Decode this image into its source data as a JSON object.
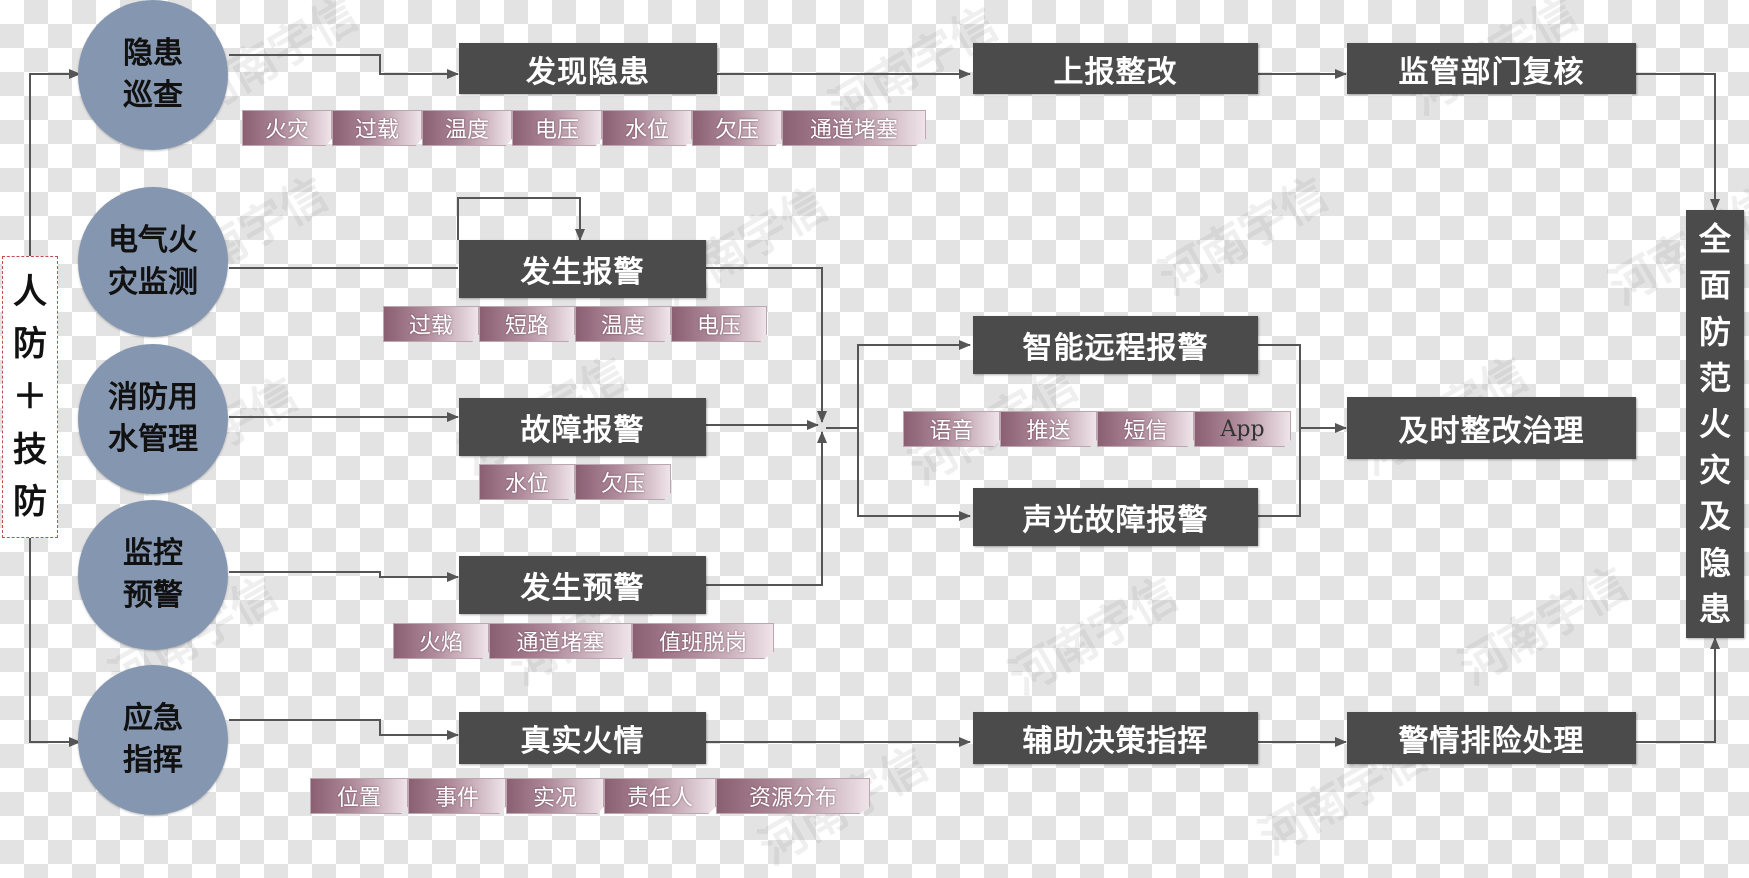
{
  "watermark": "河南宇信",
  "side_label": [
    "人",
    "防",
    "＋",
    "技",
    "防"
  ],
  "final_label": [
    "全",
    "面",
    "防",
    "范",
    "火",
    "灾",
    "及",
    "隐",
    "患"
  ],
  "circles": [
    {
      "id": "patrol",
      "label": "隐患\n巡查"
    },
    {
      "id": "elec",
      "label": "电气火\n灾监测"
    },
    {
      "id": "water",
      "label": "消防用\n水管理"
    },
    {
      "id": "monitor",
      "label": "监控\n预警"
    },
    {
      "id": "emergency",
      "label": "应急\n指挥"
    }
  ],
  "boxes": {
    "discover": "发现隐患",
    "report_fix": "上报整改",
    "review": "监管部门复核",
    "alarm": "发生报警",
    "fault": "故障报警",
    "warning": "发生预警",
    "remote": "智能远程报警",
    "timely_fix": "及时整改治理",
    "sound_light": "声光故障报警",
    "real_fire": "真实火情",
    "decision": "辅助决策指挥",
    "clear": "警情排险处理"
  },
  "tags": {
    "patrol": [
      "火灾",
      "过载",
      "温度",
      "电压",
      "水位",
      "欠压",
      "通道堵塞"
    ],
    "alarm": [
      "过载",
      "短路",
      "温度",
      "电压"
    ],
    "fault": [
      "水位",
      "欠压"
    ],
    "warning": [
      "火焰",
      "通道堵塞",
      "值班脱岗"
    ],
    "remote": [
      "语音",
      "推送",
      "短信",
      "App"
    ],
    "fire": [
      "位置",
      "事件",
      "实况",
      "责任人",
      "资源分布"
    ]
  }
}
